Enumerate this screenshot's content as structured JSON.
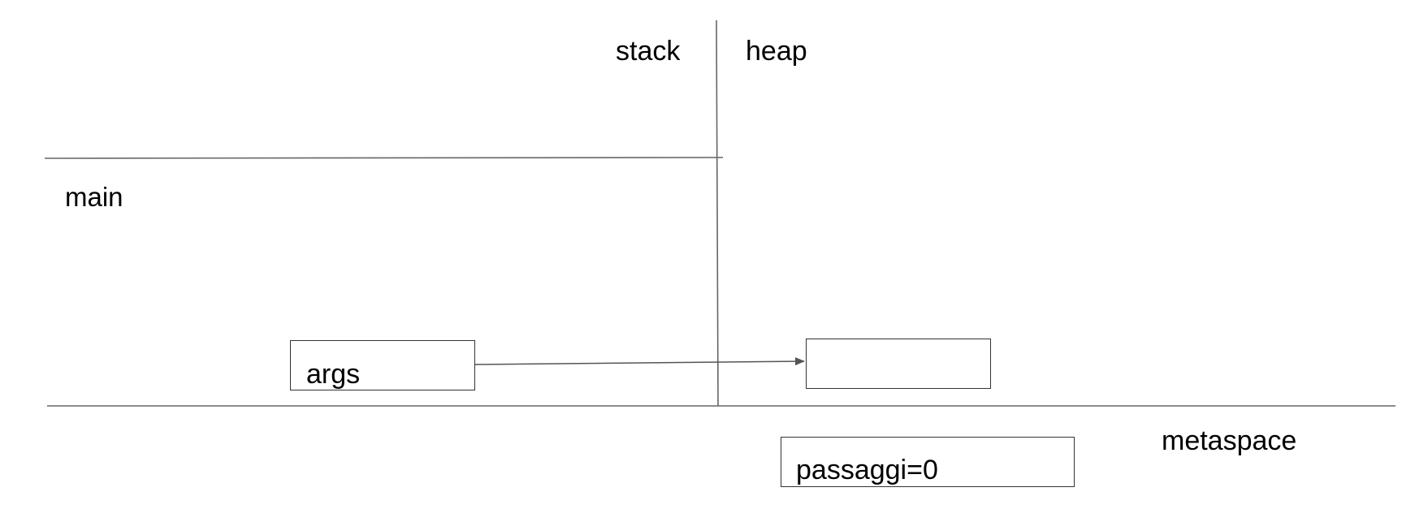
{
  "regions": {
    "stack": "stack",
    "heap": "heap",
    "metaspace": "metaspace"
  },
  "frame": {
    "name": "main"
  },
  "stack_var": {
    "label": "args"
  },
  "heap_object": {
    "label": ""
  },
  "static_field": {
    "label": "passaggi=0"
  },
  "colors": {
    "line": "#666666",
    "box_border": "#333333",
    "text": "#000000"
  }
}
